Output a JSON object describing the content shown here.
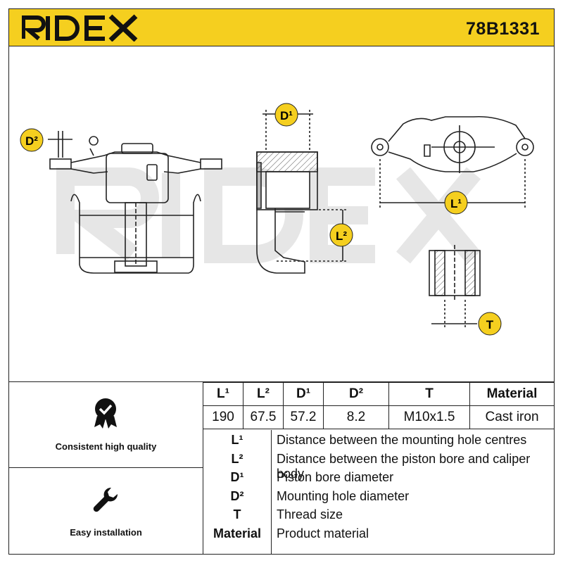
{
  "header": {
    "brand": "RIDEX",
    "part_number": "78B1331",
    "color": "#f5cf1f"
  },
  "watermark": "RIDEX",
  "diagram_labels": {
    "d2": "D²",
    "d1": "D¹",
    "l1": "L¹",
    "l2": "L²",
    "t": "T"
  },
  "features": [
    {
      "label": "Consistent high quality",
      "icon": "quality-badge-icon"
    },
    {
      "label": "Easy installation",
      "icon": "wrench-icon"
    }
  ],
  "specs": {
    "headers": [
      "L¹",
      "L²",
      "D¹",
      "D²",
      "T",
      "Material"
    ],
    "values": [
      "190",
      "67.5",
      "57.2",
      "8.2",
      "M10x1.5",
      "Cast iron"
    ]
  },
  "legend": [
    {
      "key": "L¹",
      "text": "Distance between the mounting hole centres"
    },
    {
      "key": "L²",
      "text": "Distance between the piston bore and caliper body"
    },
    {
      "key": "D¹",
      "text": "Piston bore diameter"
    },
    {
      "key": "D²",
      "text": "Mounting hole diameter"
    },
    {
      "key": "T",
      "text": "Thread size"
    },
    {
      "key": "Material",
      "text": "Product material"
    }
  ]
}
